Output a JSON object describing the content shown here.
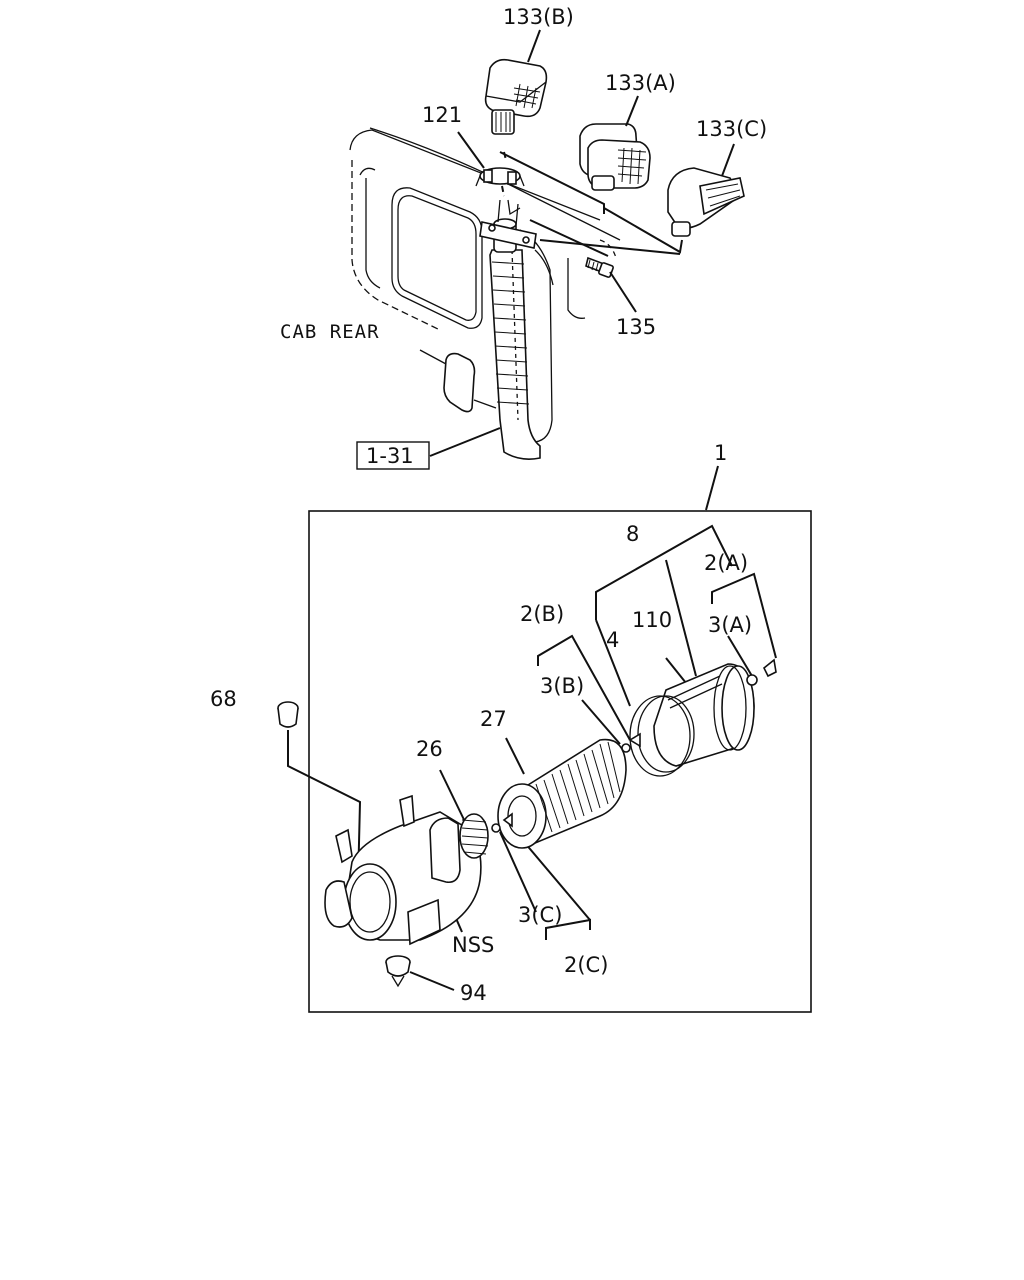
{
  "labels": {
    "l_133b": "133(B)",
    "l_133a": "133(A)",
    "l_133c": "133(C)",
    "l_121": "121",
    "l_135": "135",
    "l_cab_rear": "CAB REAR",
    "l_1_31": "1-31",
    "l_1": "1",
    "l_8": "8",
    "l_2a": "2(A)",
    "l_3a": "3(A)",
    "l_110": "110",
    "l_4": "4",
    "l_2b": "2(B)",
    "l_3b": "3(B)",
    "l_27": "27",
    "l_26": "26",
    "l_68": "68",
    "l_nss": "NSS",
    "l_3c": "3(C)",
    "l_2c": "2(C)",
    "l_94": "94"
  }
}
